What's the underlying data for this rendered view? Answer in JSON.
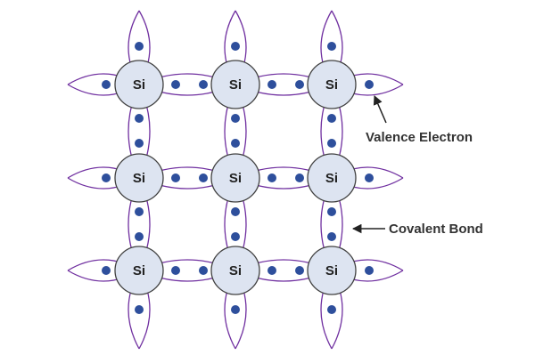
{
  "atom_label": "Si",
  "annotations": {
    "valence_electron": "Valence Electron",
    "covalent_bond": "Covalent Bond"
  },
  "lattice": {
    "rows": 3,
    "cols": 3
  },
  "colors": {
    "atom_fill": "#dde4f1",
    "atom_stroke": "#404040",
    "bond": "#7030a0",
    "electron": "#2e4f9c",
    "text": "#333333",
    "arrow": "#222222"
  }
}
